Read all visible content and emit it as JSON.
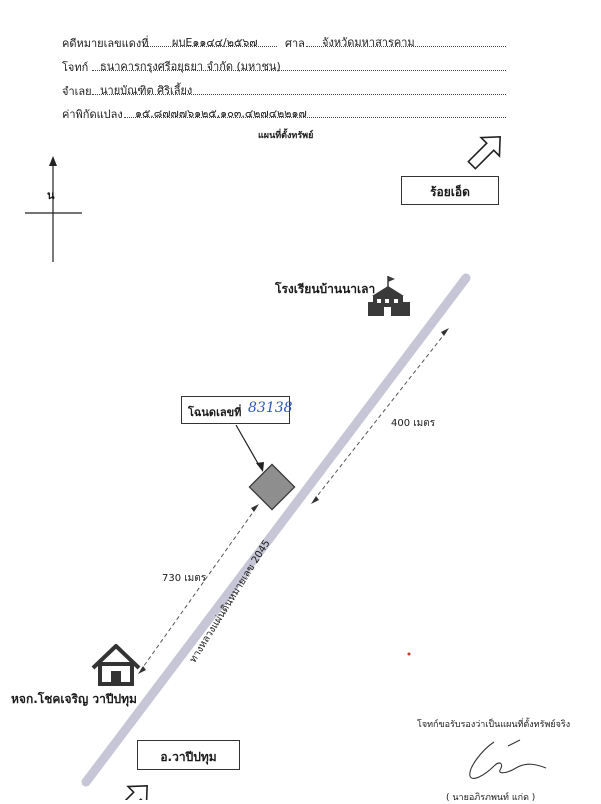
{
  "header": {
    "case_label": "คดีหมายเลขแดงที่",
    "case_value": "ผบE๑๑๔๔/๒๕๖๗",
    "court_label": "ศาล",
    "court_value": "จังหวัดมหาสารคาม",
    "plaintiff_label": "โจทก์",
    "plaintiff_value": "ธนาคารกรุงศรีอยุธยา จำกัด (มหาชน)",
    "defendant_label": "จำเลย",
    "defendant_value": "นายบัณฑิต ศิริเลี้ยง",
    "coord_label": "ค่าพิกัดแปลง",
    "coord_value": "๑๕.๘๗๗๗๖๑๒๕,๑๐๓.๔๒๗๔๒๒๑๗",
    "map_title": "แผนที่ตั้งทรัพย์"
  },
  "map": {
    "north_label": "น",
    "roiet_label": "ร้อยเอ็ด",
    "school_label": "โรงเรียนบ้านนาเลา",
    "deed_label": "โฉนดเลขที่",
    "deed_number": "83138",
    "dist_right": "400 เมตร",
    "dist_left": "730 เมตร",
    "road_label": "ทางหลวงแผ่นดินหมายเลข 2045",
    "police_label": "หจก.โชคเจริญ วาปีปทุม",
    "district_label": "อ.วาปีปทุม"
  },
  "footer": {
    "certify_text": "โจทก์ขอรับรองว่าเป็นแผนที่ตั้งทรัพย์จริง",
    "signer_name": "( นายอภิรภพนท์ แก่ด )"
  },
  "colors": {
    "road": "#c6c6d6",
    "parcel": "#8e8e8e",
    "deed_ink": "#2a56b8"
  }
}
